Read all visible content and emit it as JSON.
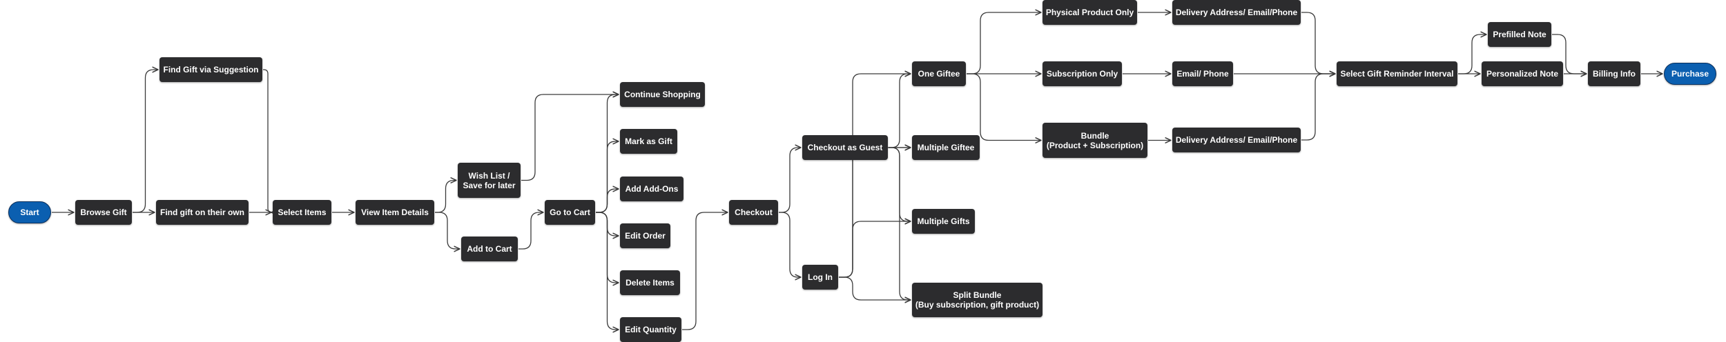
{
  "colors": {
    "node": "#2c2c2e",
    "terminal": "#0b5fb0",
    "edge": "#3a3a3a",
    "text": "#ffffff",
    "background": "#ffffff"
  },
  "nodes": {
    "start": "Start",
    "browse_gift": "Browse Gift",
    "find_suggestion": "Find Gift via Suggestion",
    "find_own": "Find gift on their own",
    "select_items": "Select Items",
    "view_item_details": "View Item Details",
    "wish_list": "Wish List /\nSave for later",
    "add_to_cart": "Add to Cart",
    "go_to_cart": "Go to Cart",
    "continue_shopping": "Continue Shopping",
    "mark_as_gift": "Mark as Gift",
    "add_addons": "Add Add-Ons",
    "edit_order": "Edit Order",
    "delete_items": "Delete Items",
    "edit_quantity": "Edit Quantity",
    "checkout": "Checkout",
    "checkout_guest": "Checkout as  Guest",
    "log_in": "Log In",
    "one_giftee": "One Giftee",
    "multiple_giftee": "Multiple Giftee",
    "multiple_gifts": "Multiple Gifts",
    "split_bundle": "Split Bundle\n(Buy subscription, gift product)",
    "physical_only": "Physical Product Only",
    "subscription_only": "Subscription Only",
    "bundle": "Bundle\n(Product + Subscription)",
    "delivery_1": "Delivery Address/ Email/Phone",
    "email_phone": "Email/ Phone",
    "delivery_2": "Delivery Address/ Email/Phone",
    "gift_reminder": "Select Gift Reminder Interval",
    "prefilled_note": "Prefilled Note",
    "personalized_note": "Personalized Note",
    "billing_info": "Billing Info",
    "purchase": "Purchase"
  }
}
